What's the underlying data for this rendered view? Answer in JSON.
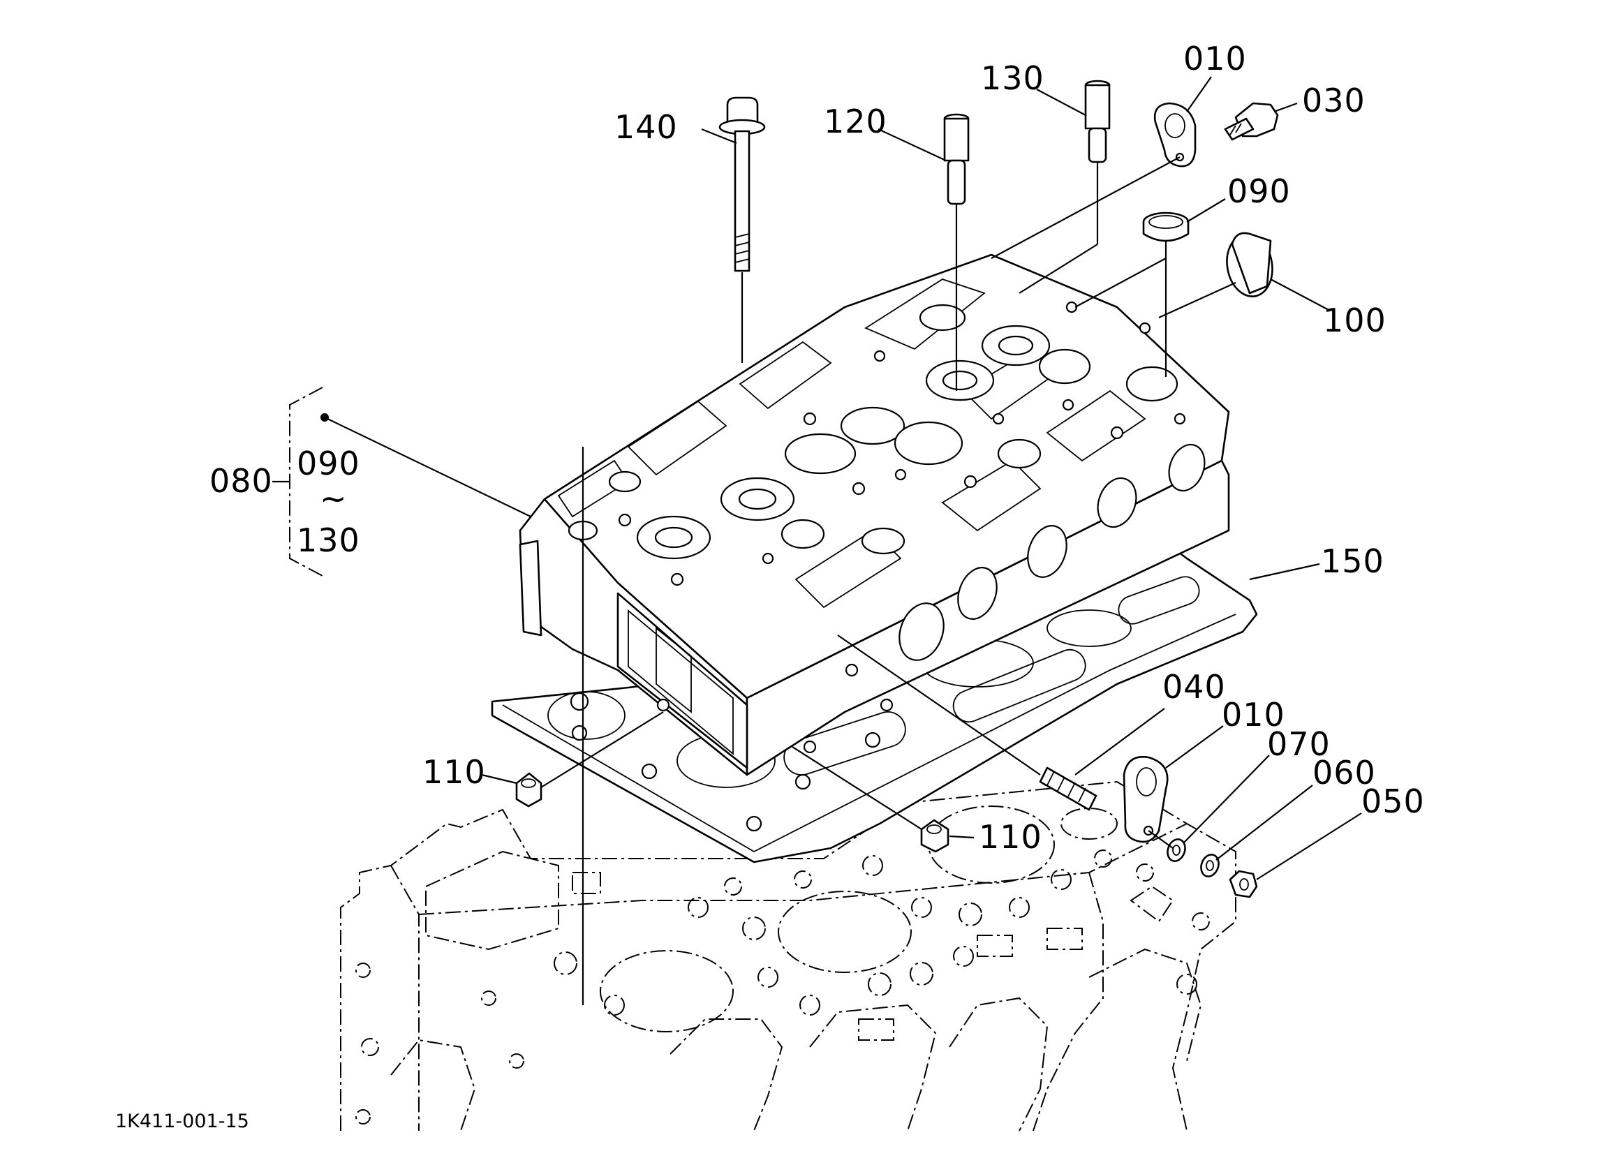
{
  "diagram": {
    "drawing_code": "1K411-001-15",
    "group_label": {
      "part": "080",
      "range_start": "090",
      "range_sep": "~",
      "range_end": "130"
    },
    "callouts": [
      {
        "id": "c010a",
        "text": "010"
      },
      {
        "id": "c030",
        "text": "030"
      },
      {
        "id": "c130",
        "text": "130"
      },
      {
        "id": "c120",
        "text": "120"
      },
      {
        "id": "c140",
        "text": "140"
      },
      {
        "id": "c090",
        "text": "090"
      },
      {
        "id": "c100",
        "text": "100"
      },
      {
        "id": "c150",
        "text": "150"
      },
      {
        "id": "c040",
        "text": "040"
      },
      {
        "id": "c010b",
        "text": "010"
      },
      {
        "id": "c070",
        "text": "070"
      },
      {
        "id": "c060",
        "text": "060"
      },
      {
        "id": "c050",
        "text": "050"
      },
      {
        "id": "c110a",
        "text": "110"
      },
      {
        "id": "c110b",
        "text": "110"
      }
    ]
  }
}
